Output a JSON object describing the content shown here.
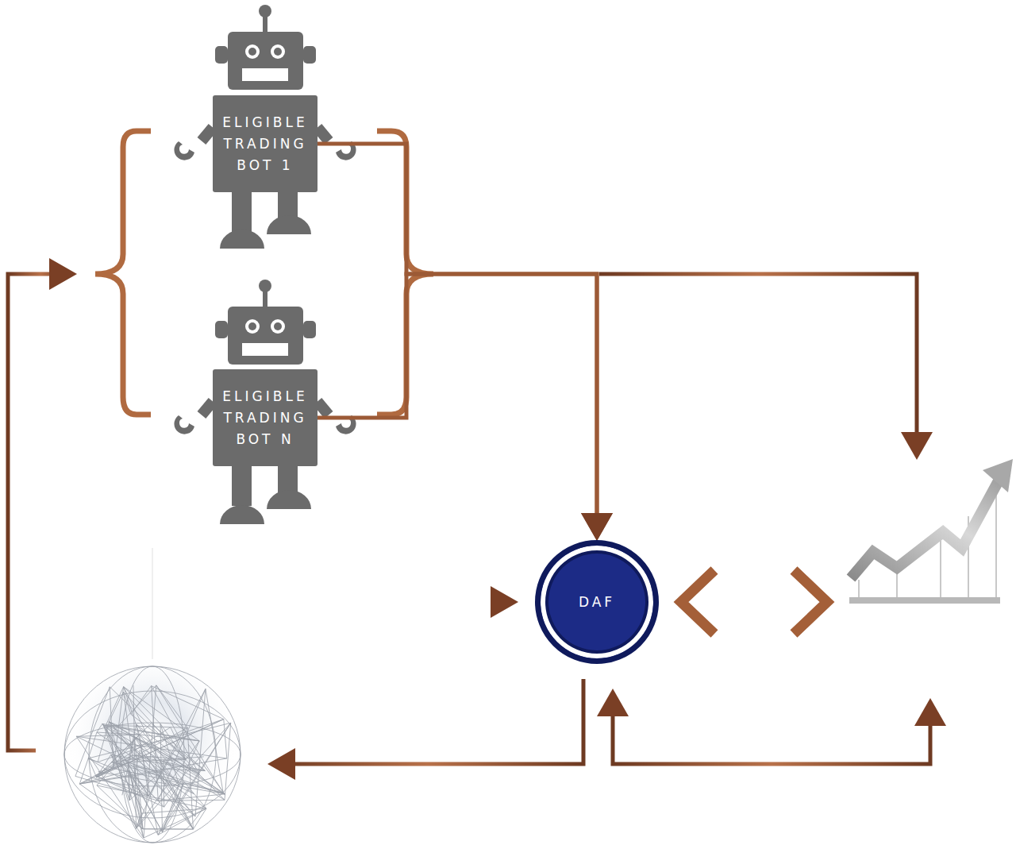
{
  "diagram": {
    "nodes": [
      {
        "text": [
          "ELIGIBLE TRADING BOT 1"
        ]
      },
      {
        "text": [
          "ELIGIBLE TRADING BOT N"
        ]
      },
      {
        "text": [
          "DAF"
        ]
      }
    ],
    "edges": [
      {
        "from": 0,
        "to": 2,
        "arrow": "to"
      },
      {
        "from": 1,
        "to": 2,
        "arrow": "to"
      }
    ]
  }
}
